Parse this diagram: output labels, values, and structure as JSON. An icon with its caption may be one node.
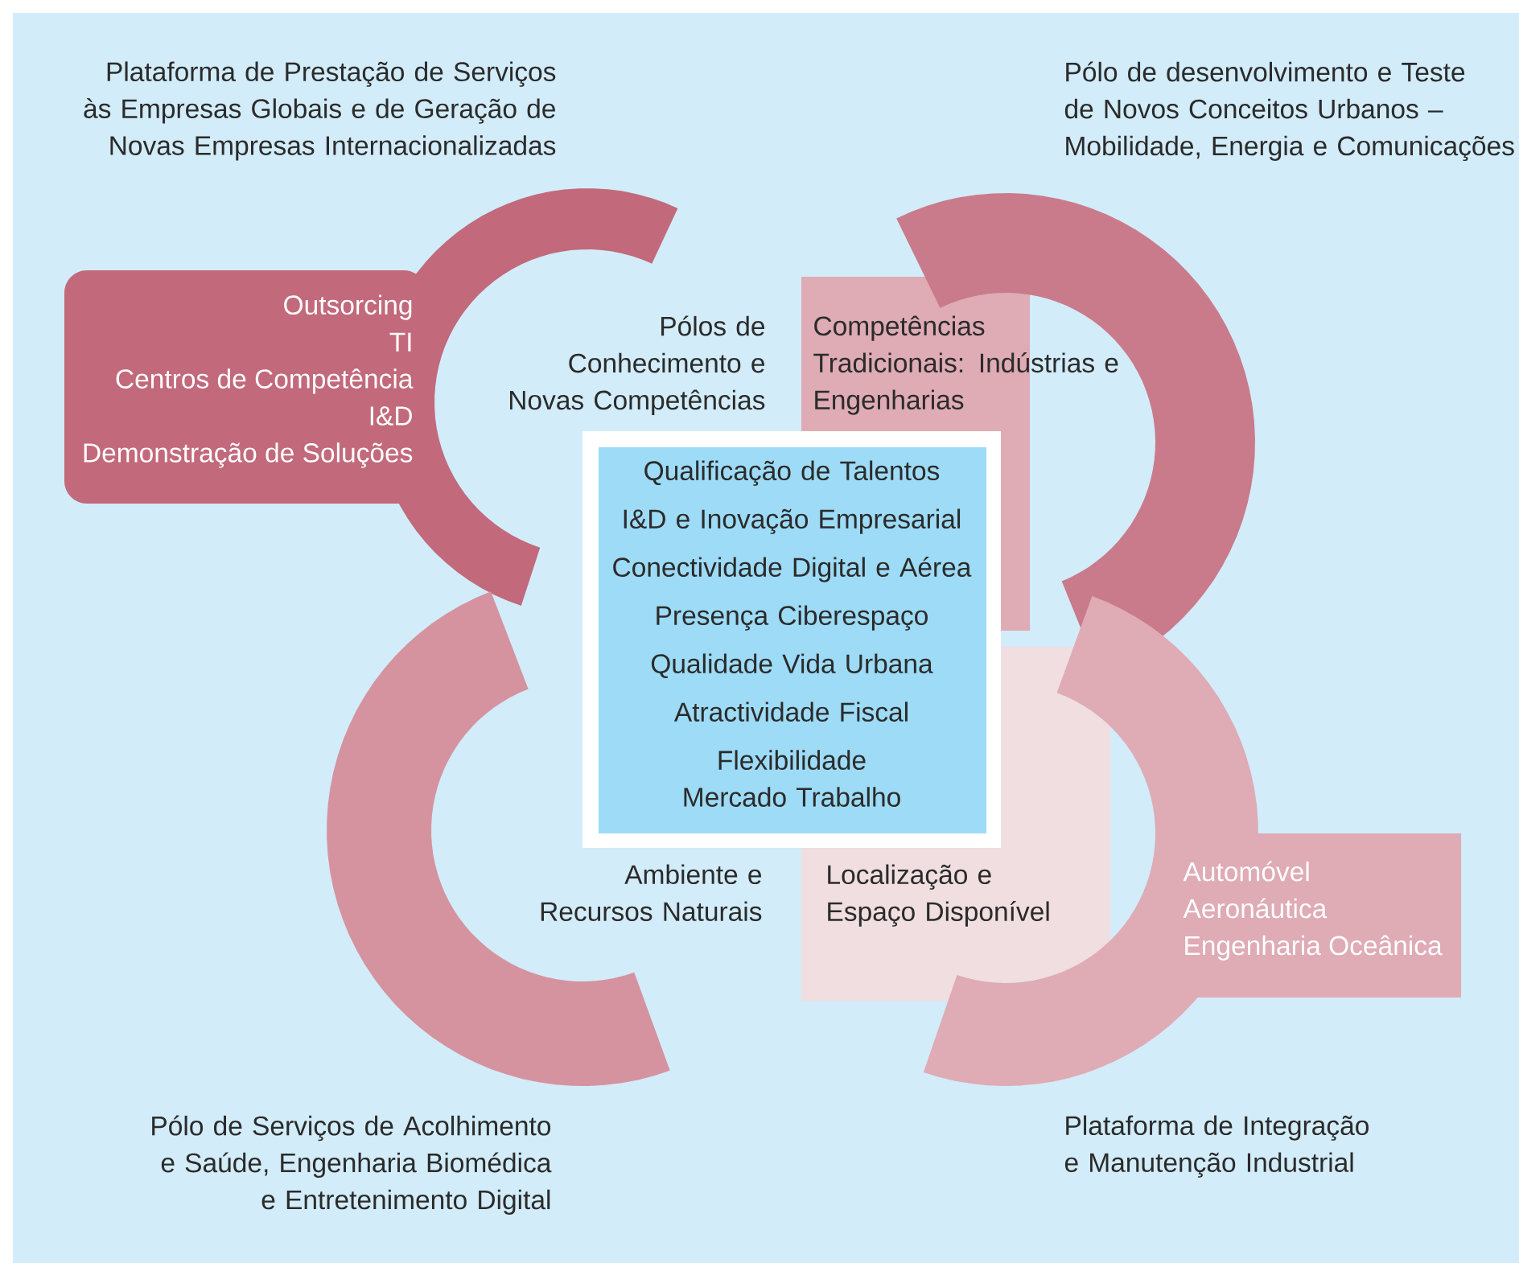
{
  "diagram": {
    "nodes": [
      {
        "text": [
          "Outsorcing",
          "TI",
          "Centros de Competência",
          "I&D",
          "Demonstração de Soluções"
        ]
      },
      {
        "text": [
          "Competências Tradicionais: Indústrias e Engenharias"
        ]
      },
      {
        "text": [
          "Localização e Espaço Disponível"
        ]
      },
      {
        "text": [
          "Automóvel",
          "Aeronáutica",
          "Engenharia Oceânica"
        ]
      },
      {
        "text": [
          "Qualificação de Talentos",
          "I&D e Inovação Empresarial",
          "Conectividade Digital e Aérea",
          "Presença Ciberespaço",
          "Qualidade Vida Urbana",
          "Atractividade Fiscal",
          "Flexibilidade Mercado Trabalho"
        ]
      }
    ],
    "labels": [
      "Plataforma de Prestação de Serviços às Empresas Globais e de Geração de Novas Empresas Internacionalizadas",
      "Pólo de desenvolvimento e Teste de Novos Conceitos Urbanos – Mobilidade, Energia e Comunicações",
      "Pólos de Conhecimento e Novas Competências",
      "Ambiente e Recursos Naturais",
      "Pólo de Serviços de Acolhimento e Saúde, Engenharia Biomédica e Entretenimento Digital",
      "Plataforma de Integração e Manutenção Industrial"
    ]
  }
}
